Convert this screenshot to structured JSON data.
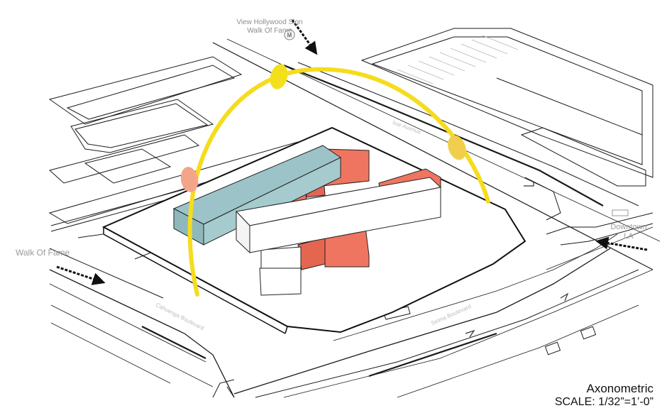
{
  "labels": {
    "view_hollywood_sign": "View Hollywood Sign",
    "walk_of_fame_top": "Walk Of Fame",
    "metro_symbol": "M",
    "walk_of_fame_left": "Walk Of Fame",
    "downtown": "Downtown",
    "la": "LA"
  },
  "streets": {
    "ivar": "Ivar Avenue",
    "cahuenga": "Cahuenga Boulevard",
    "boulevard": "Selma Boulevard"
  },
  "title_block": {
    "view": "Axonometric",
    "scale": "SCALE: 1/32”=1’-0”"
  },
  "colors": {
    "arc": "#f5dc1e",
    "sun_east": "#f1cf4c",
    "sun_noon": "#f2e01d",
    "sun_west": "#f3a58a",
    "teal_volume": "#9cc3c7",
    "coral_volume": "#ef7560",
    "white_volume": "#ffffff",
    "linework": "#1a1a1a"
  }
}
